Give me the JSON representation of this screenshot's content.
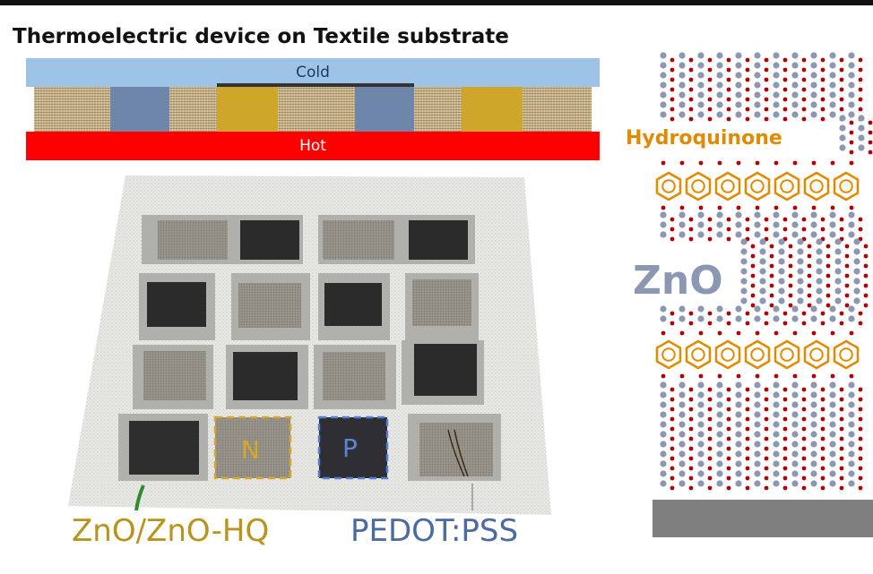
{
  "title": "Thermoelectric device on Textile substrate",
  "schematic": {
    "cold_label": "Cold",
    "hot_label": "Hot"
  },
  "photo": {
    "n_label": "N",
    "p_label": "P"
  },
  "legend": {
    "n_type": "ZnO/ZnO-HQ",
    "p_type": "PEDOT:PSS"
  },
  "structure": {
    "hq_label": "Hydroquinone",
    "zno_label": "ZnO"
  },
  "colors": {
    "cold": "#9dc3e6",
    "hot": "#ff0000",
    "n_type": "#b8941c",
    "p_type": "#4a6aa1",
    "hydroquinone": "#e08a00",
    "zno_atom": "#8c98b2",
    "oxygen_atom": "#b00000",
    "substrate": "#7f7f7f"
  }
}
